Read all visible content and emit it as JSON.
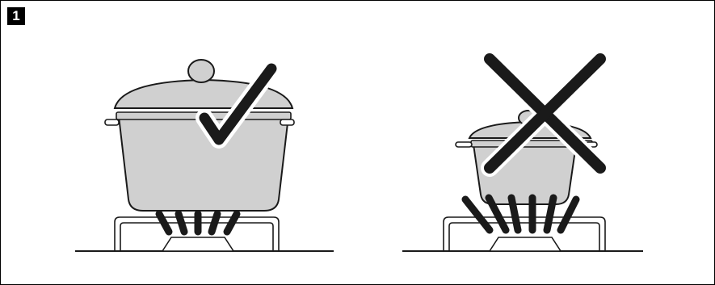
{
  "step_number": "1",
  "colors": {
    "pot_fill": "#d0d0d0",
    "outline": "#1a1a1a",
    "mark": "#1a1a1a",
    "badge_bg": "#000000",
    "badge_text": "#ffffff"
  },
  "panels": [
    {
      "subject": "large-pot-on-burner",
      "verdict_icon": "checkmark-icon"
    },
    {
      "subject": "small-pot-on-burner",
      "verdict_icon": "cross-icon"
    }
  ]
}
